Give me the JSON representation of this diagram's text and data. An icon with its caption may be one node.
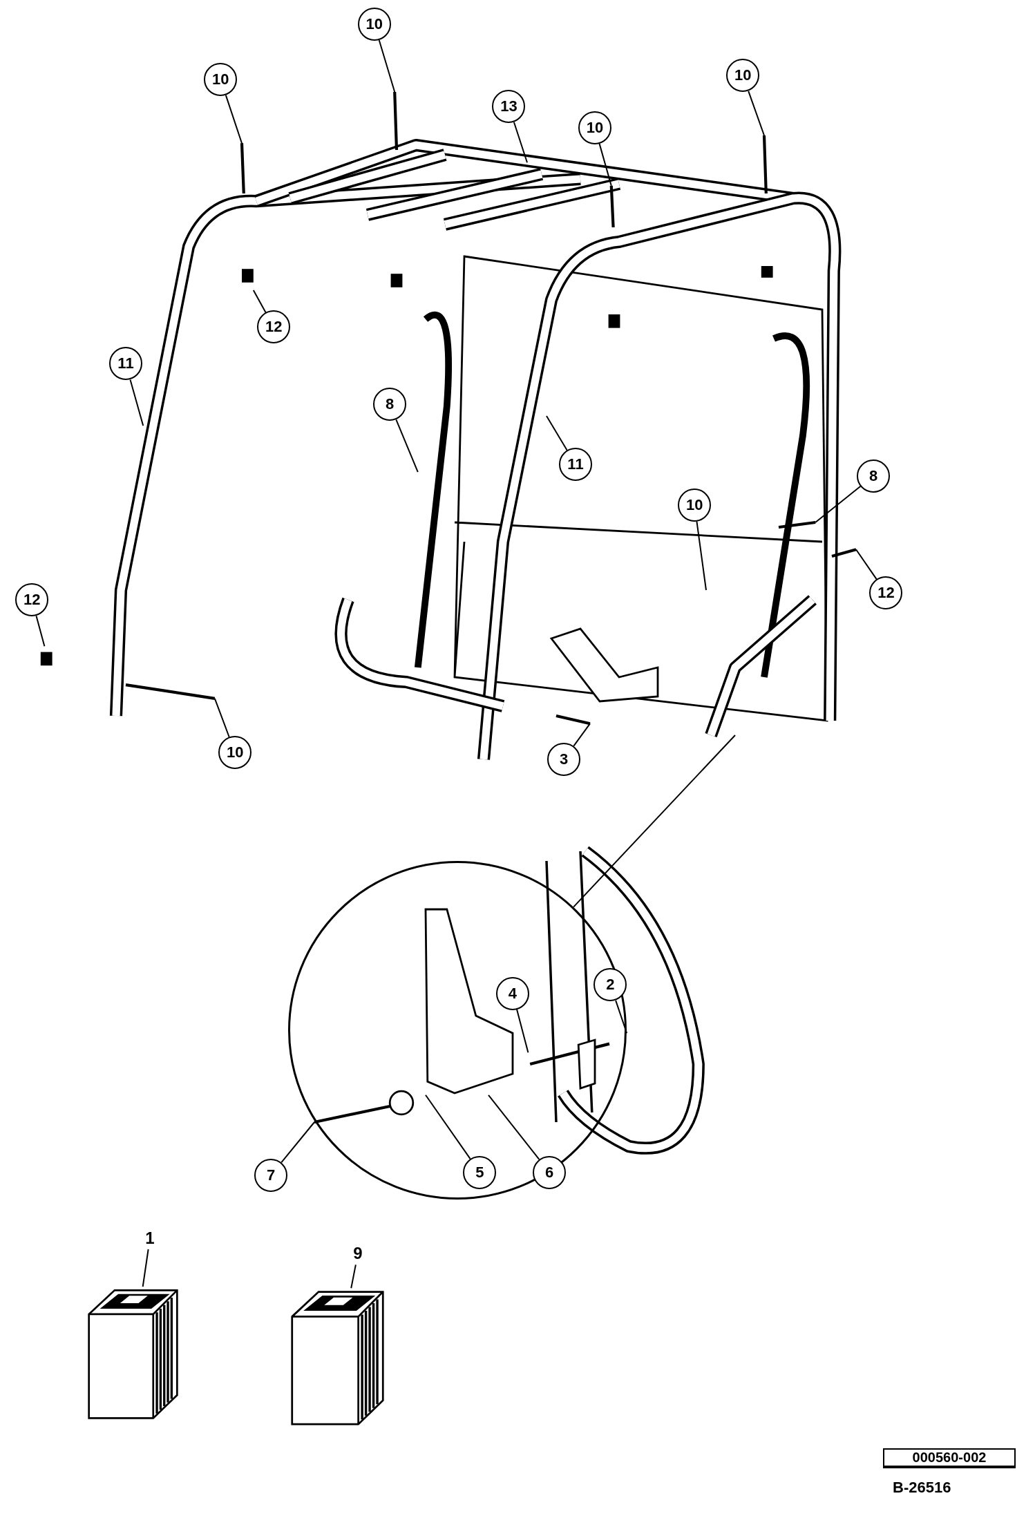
{
  "diagram": {
    "nodes": [
      {
        "text": [
          "10"
        ]
      },
      {
        "text": [
          "10"
        ]
      },
      {
        "text": [
          "13"
        ]
      },
      {
        "text": [
          "10"
        ]
      },
      {
        "text": [
          "10"
        ]
      },
      {
        "text": [
          "12"
        ]
      },
      {
        "text": [
          "11"
        ]
      },
      {
        "text": [
          "8"
        ]
      },
      {
        "text": [
          "11"
        ]
      },
      {
        "text": [
          "8"
        ]
      },
      {
        "text": [
          "10"
        ]
      },
      {
        "text": [
          "12"
        ]
      },
      {
        "text": [
          "12"
        ]
      },
      {
        "text": [
          "10"
        ]
      },
      {
        "text": [
          "3"
        ]
      },
      {
        "text": [],
        "shape": "circle"
      },
      {
        "text": [
          "4"
        ],
        "in": 15
      },
      {
        "text": [
          "2"
        ],
        "in": 15
      },
      {
        "text": [
          "7"
        ]
      },
      {
        "text": [
          "5"
        ],
        "in": 15
      },
      {
        "text": [
          "6"
        ],
        "in": 15
      },
      {
        "text": [
          "1"
        ]
      },
      {
        "text": [],
        "shape": "picture"
      },
      {
        "text": [
          "9"
        ]
      },
      {
        "text": [],
        "shape": "picture"
      }
    ],
    "edges": [
      {
        "from": 0,
        "to": null,
        "arrow": "none"
      },
      {
        "from": 1,
        "to": null,
        "arrow": "none"
      },
      {
        "from": 2,
        "to": null,
        "arrow": "none"
      },
      {
        "from": 3,
        "to": null,
        "arrow": "none"
      },
      {
        "from": 4,
        "to": null,
        "arrow": "none"
      },
      {
        "from": 5,
        "to": null,
        "arrow": "none"
      },
      {
        "from": 6,
        "to": null,
        "arrow": "none"
      },
      {
        "from": 7,
        "to": null,
        "arrow": "none"
      },
      {
        "from": 8,
        "to": null,
        "arrow": "none"
      },
      {
        "from": 9,
        "to": null,
        "arrow": "none"
      },
      {
        "from": 10,
        "to": null,
        "arrow": "none"
      },
      {
        "from": 11,
        "to": null,
        "arrow": "none"
      },
      {
        "from": 12,
        "to": null,
        "arrow": "none"
      },
      {
        "from": 13,
        "to": null,
        "arrow": "none"
      },
      {
        "from": 14,
        "to": null,
        "arrow": "none"
      },
      {
        "from": 15,
        "to": null,
        "arrow": "none"
      },
      {
        "from": 16,
        "to": null,
        "arrow": "none"
      },
      {
        "from": 17,
        "to": null,
        "arrow": "none"
      },
      {
        "from": 18,
        "to": null,
        "arrow": "none"
      },
      {
        "from": 19,
        "to": null,
        "arrow": "none"
      },
      {
        "from": 20,
        "to": null,
        "arrow": "none"
      },
      {
        "from": 21,
        "to": 22,
        "arrow": "none"
      },
      {
        "from": 23,
        "to": 24,
        "arrow": "none"
      }
    ],
    "labels": [
      "000560-002",
      "B-26516"
    ]
  }
}
